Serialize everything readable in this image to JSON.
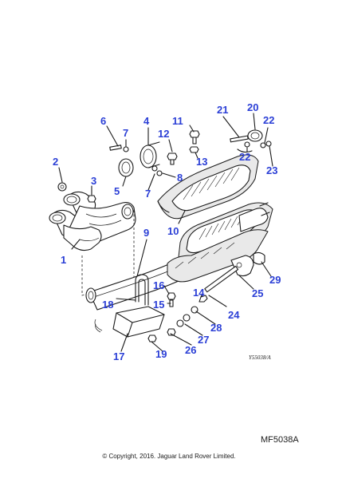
{
  "diagram": {
    "reference_code": "MF5038A",
    "small_code": "Y55038/A",
    "copyright": "© Copyright, 2016. Jaguar Land Rover Limited.",
    "callouts": [
      "1",
      "2",
      "3",
      "4",
      "5",
      "6",
      "7",
      "7",
      "8",
      "9",
      "10",
      "11",
      "12",
      "13",
      "14",
      "15",
      "16",
      "17",
      "18",
      "19",
      "20",
      "21",
      "22",
      "22",
      "23",
      "24",
      "25",
      "26",
      "27",
      "28",
      "29"
    ]
  }
}
